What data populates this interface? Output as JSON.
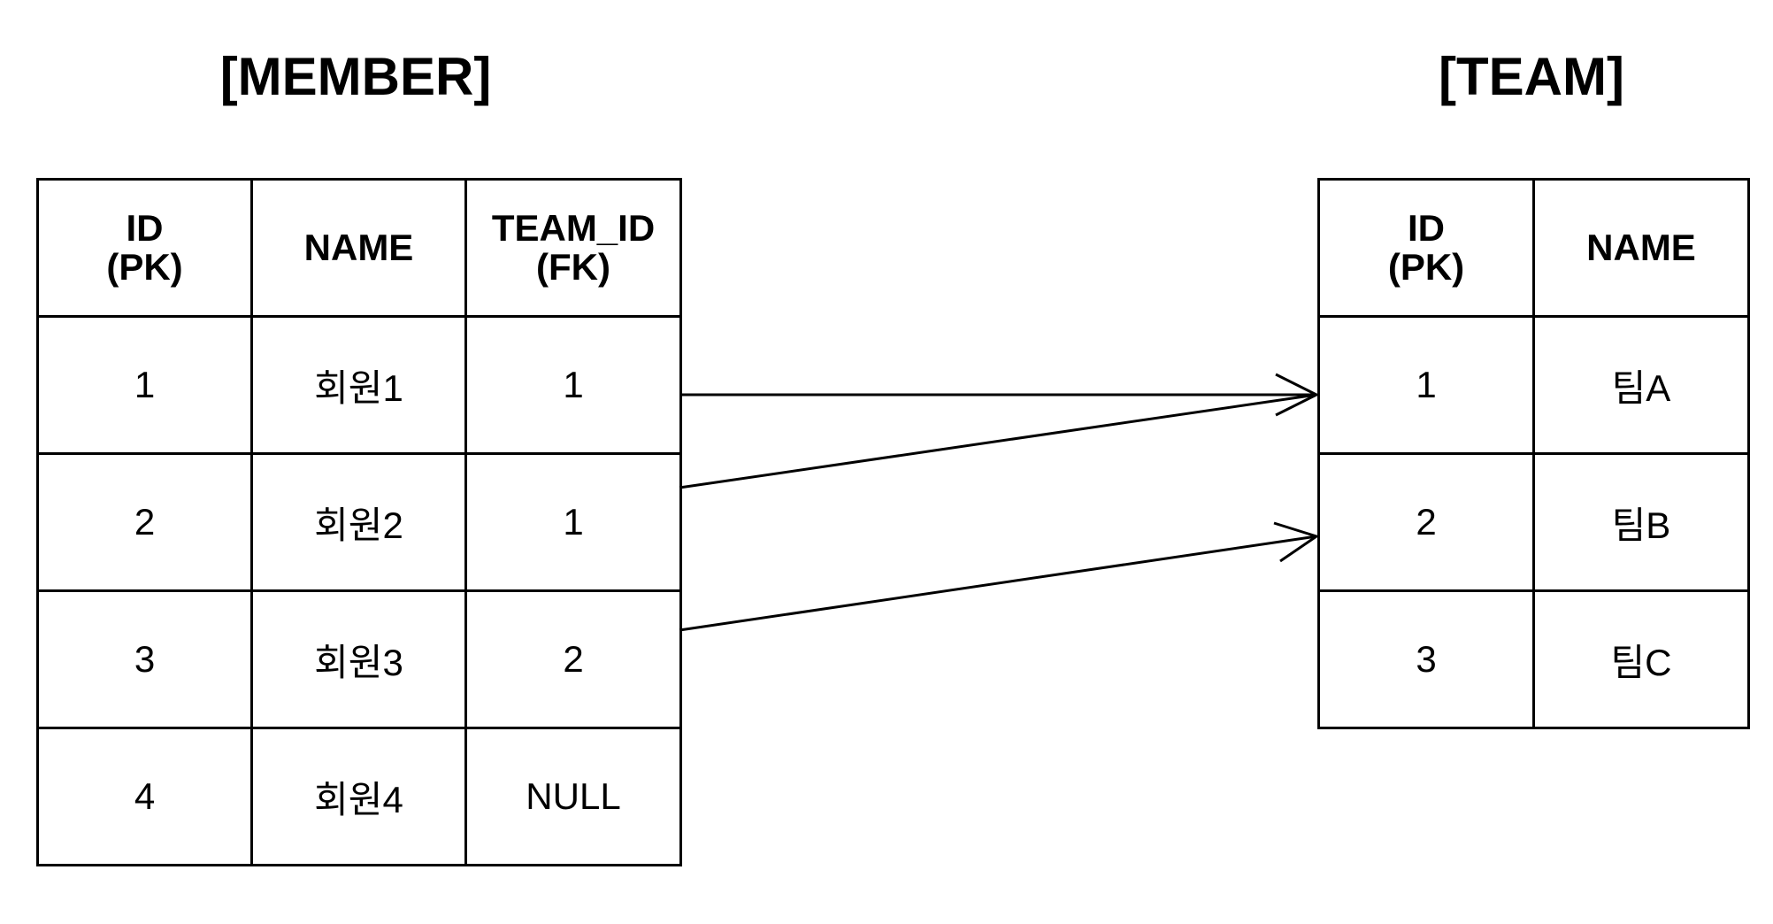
{
  "member": {
    "title": "[MEMBER]",
    "headers": [
      [
        "ID",
        "(PK)"
      ],
      [
        "NAME"
      ],
      [
        "TEAM_ID",
        "(FK)"
      ]
    ],
    "rows": [
      [
        "1",
        "회원1",
        "1"
      ],
      [
        "2",
        "회원2",
        "1"
      ],
      [
        "3",
        "회원3",
        "2"
      ],
      [
        "4",
        "회원4",
        "NULL"
      ]
    ]
  },
  "team": {
    "title": "[TEAM]",
    "headers": [
      [
        "ID",
        "(PK)"
      ],
      [
        "NAME"
      ]
    ],
    "rows": [
      [
        "1",
        "팀A"
      ],
      [
        "2",
        "팀B"
      ],
      [
        "3",
        "팀C"
      ]
    ]
  },
  "relations": [
    {
      "member_id": "1",
      "team_id": "1"
    },
    {
      "member_id": "2",
      "team_id": "1"
    },
    {
      "member_id": "3",
      "team_id": "2"
    }
  ]
}
